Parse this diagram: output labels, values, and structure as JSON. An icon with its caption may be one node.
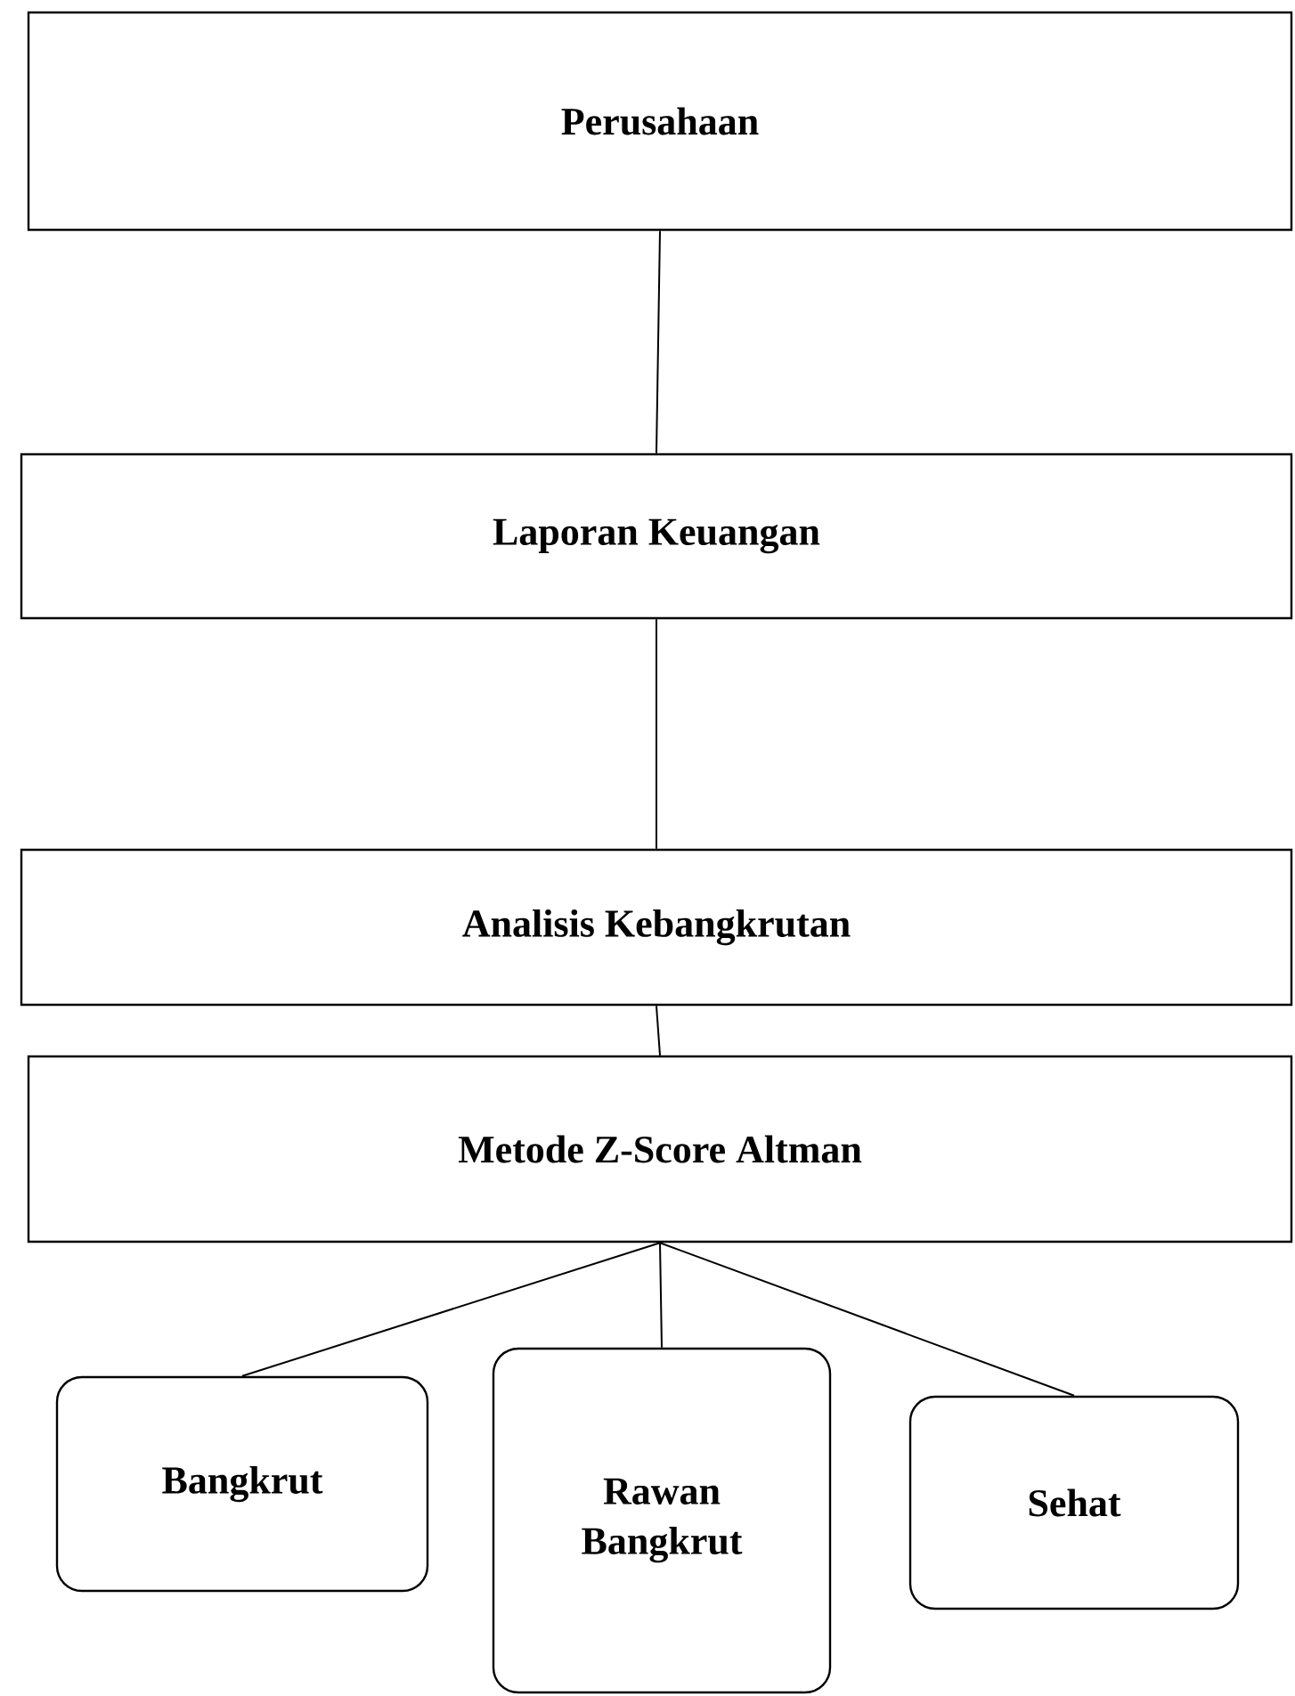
{
  "diagram": {
    "nodes": [
      {
        "text": [
          "Perusahaan"
        ]
      },
      {
        "text": [
          "Laporan Keuangan"
        ]
      },
      {
        "text": [
          "Analisis Kebangkrutan"
        ]
      },
      {
        "text": [
          "Metode Z-Score Altman"
        ]
      },
      {
        "text": [
          "Bangkrut"
        ]
      },
      {
        "text": [
          "Rawan Bangkrut"
        ]
      },
      {
        "text": [
          "Sehat"
        ]
      }
    ],
    "edges": [
      {
        "from": 0,
        "to": 1,
        "arrow": "none"
      },
      {
        "from": 1,
        "to": 2,
        "arrow": "none"
      },
      {
        "from": 2,
        "to": 3,
        "arrow": "none"
      },
      {
        "from": 3,
        "to": 4,
        "arrow": "none"
      },
      {
        "from": 3,
        "to": 5,
        "arrow": "none"
      },
      {
        "from": 3,
        "to": 6,
        "arrow": "none"
      }
    ]
  }
}
